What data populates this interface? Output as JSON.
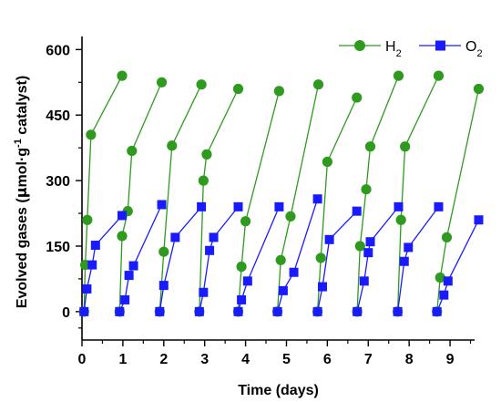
{
  "chart_data": {
    "type": "line",
    "xlabel": "Time (days)",
    "ylabel_parts": {
      "main": "Evolved gases (",
      "mu": "μ",
      "mol": "mol",
      "dot": "·",
      "g": "g",
      "sup": "-1",
      "tail": " catalyst)"
    },
    "xlim": [
      0,
      9.6
    ],
    "ylim": [
      -65,
      630
    ],
    "x_ticks": [
      0,
      1,
      2,
      3,
      4,
      5,
      6,
      7,
      8,
      9
    ],
    "y_ticks": [
      0,
      150,
      300,
      450,
      600
    ],
    "legend_position": "top-right",
    "series": [
      {
        "name": "H2",
        "legend_main": "H",
        "legend_sub": "2",
        "color": "#2e9a1e",
        "marker": "circle",
        "segments": [
          [
            [
              0.05,
              0
            ],
            [
              0.08,
              107
            ],
            [
              0.13,
              210
            ],
            [
              0.22,
              405
            ],
            [
              0.98,
              540
            ]
          ],
          [
            [
              0.92,
              0
            ],
            [
              0.98,
              173
            ],
            [
              1.12,
              230
            ],
            [
              1.22,
              368
            ],
            [
              1.95,
              525
            ]
          ],
          [
            [
              1.9,
              0
            ],
            [
              2.0,
              137
            ],
            [
              2.2,
              380
            ],
            [
              2.92,
              520
            ]
          ],
          [
            [
              2.87,
              0
            ],
            [
              2.97,
              300
            ],
            [
              3.05,
              360
            ],
            [
              3.82,
              510
            ]
          ],
          [
            [
              3.82,
              0
            ],
            [
              3.9,
              103
            ],
            [
              4.0,
              207
            ],
            [
              4.82,
              505
            ]
          ],
          [
            [
              4.78,
              0
            ],
            [
              4.86,
              118
            ],
            [
              5.1,
              218
            ],
            [
              5.78,
              520
            ]
          ],
          [
            [
              5.76,
              0
            ],
            [
              5.84,
              123
            ],
            [
              6.0,
              343
            ],
            [
              6.72,
              490
            ]
          ],
          [
            [
              6.73,
              0
            ],
            [
              6.8,
              150
            ],
            [
              6.95,
              280
            ],
            [
              7.05,
              378
            ],
            [
              7.74,
              540
            ]
          ],
          [
            [
              7.72,
              0
            ],
            [
              7.8,
              210
            ],
            [
              7.9,
              378
            ],
            [
              8.72,
              540
            ]
          ],
          [
            [
              8.68,
              0
            ],
            [
              8.76,
              78
            ],
            [
              8.92,
              170
            ],
            [
              9.7,
              510
            ]
          ]
        ]
      },
      {
        "name": "O2",
        "legend_main": "O",
        "legend_sub": "2",
        "color": "#1a1aff",
        "marker": "square",
        "segments": [
          [
            [
              0.05,
              0
            ],
            [
              0.12,
              52
            ],
            [
              0.25,
              107
            ],
            [
              0.33,
              152
            ],
            [
              0.98,
              220
            ]
          ],
          [
            [
              0.92,
              0
            ],
            [
              1.05,
              27
            ],
            [
              1.15,
              83
            ],
            [
              1.26,
              105
            ],
            [
              1.95,
              245
            ]
          ],
          [
            [
              1.9,
              0
            ],
            [
              2.0,
              60
            ],
            [
              2.28,
              170
            ],
            [
              2.92,
              240
            ]
          ],
          [
            [
              2.87,
              0
            ],
            [
              2.97,
              44
            ],
            [
              3.12,
              140
            ],
            [
              3.22,
              170
            ],
            [
              3.82,
              240
            ]
          ],
          [
            [
              3.82,
              0
            ],
            [
              3.9,
              27
            ],
            [
              4.05,
              70
            ],
            [
              4.82,
              240
            ]
          ],
          [
            [
              4.78,
              0
            ],
            [
              4.92,
              48
            ],
            [
              5.18,
              90
            ],
            [
              5.76,
              258
            ]
          ],
          [
            [
              5.76,
              0
            ],
            [
              5.88,
              57
            ],
            [
              6.05,
              165
            ],
            [
              6.72,
              230
            ]
          ],
          [
            [
              6.73,
              0
            ],
            [
              6.9,
              70
            ],
            [
              7.0,
              135
            ],
            [
              7.05,
              160
            ],
            [
              7.74,
              240
            ]
          ],
          [
            [
              7.72,
              0
            ],
            [
              7.88,
              115
            ],
            [
              7.98,
              147
            ],
            [
              8.72,
              240
            ]
          ],
          [
            [
              8.68,
              0
            ],
            [
              8.85,
              38
            ],
            [
              8.95,
              70
            ],
            [
              9.7,
              210
            ]
          ]
        ]
      }
    ]
  }
}
